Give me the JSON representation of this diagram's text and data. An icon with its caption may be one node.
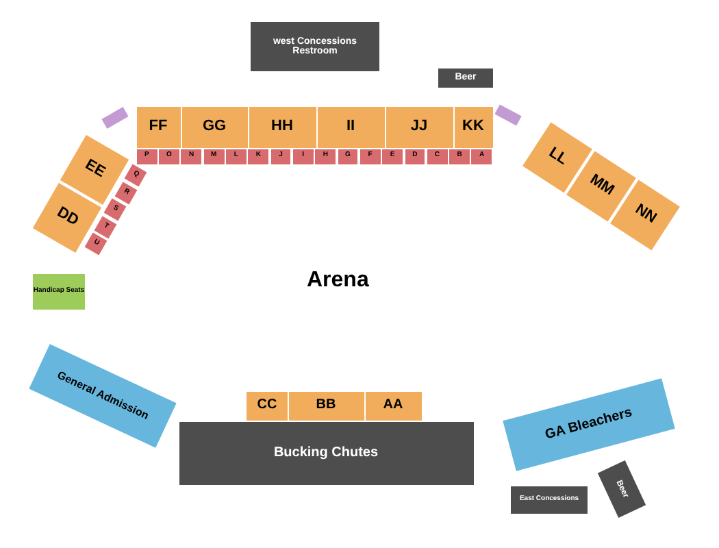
{
  "diagram": {
    "nodes": [
      {
        "text": [
          "west Concessions Restroom"
        ]
      },
      {
        "text": [
          "Beer"
        ]
      },
      {
        "text": [],
        "shape": "box"
      },
      {
        "text": [
          "FF"
        ]
      },
      {
        "text": [
          "GG"
        ]
      },
      {
        "text": [
          "HH"
        ]
      },
      {
        "text": [
          "II"
        ]
      },
      {
        "text": [
          "JJ"
        ]
      },
      {
        "text": [
          "KK"
        ]
      },
      {
        "text": [],
        "shape": "box"
      },
      {
        "text": [
          "EE"
        ]
      },
      {
        "text": [
          "P"
        ]
      },
      {
        "text": [
          "O"
        ]
      },
      {
        "text": [
          "N"
        ]
      },
      {
        "text": [
          "M"
        ]
      },
      {
        "text": [
          "L"
        ]
      },
      {
        "text": [
          "K"
        ]
      },
      {
        "text": [
          "J"
        ]
      },
      {
        "text": [
          "I"
        ]
      },
      {
        "text": [
          "H"
        ]
      },
      {
        "text": [
          "G"
        ]
      },
      {
        "text": [
          "F"
        ]
      },
      {
        "text": [
          "E"
        ]
      },
      {
        "text": [
          "D"
        ]
      },
      {
        "text": [
          "C"
        ]
      },
      {
        "text": [
          "B"
        ]
      },
      {
        "text": [
          "A"
        ]
      },
      {
        "text": [
          "Q"
        ]
      },
      {
        "text": [
          "R"
        ]
      },
      {
        "text": [
          "LL"
        ]
      },
      {
        "text": [
          "MM"
        ]
      },
      {
        "text": [
          "NN"
        ]
      },
      {
        "text": [
          "DD"
        ]
      },
      {
        "text": [
          "S"
        ]
      },
      {
        "text": [
          "T"
        ]
      },
      {
        "text": [
          "U"
        ]
      },
      {
        "text": [
          "Handicap Seats"
        ]
      },
      {
        "text": [
          "General Admission"
        ]
      },
      {
        "text": [
          "CC"
        ]
      },
      {
        "text": [
          "BB"
        ]
      },
      {
        "text": [
          "AA"
        ]
      },
      {
        "text": [
          "Bucking Chutes"
        ]
      },
      {
        "text": [
          "GA Bleachers"
        ]
      },
      {
        "text": [
          "East Concessions"
        ]
      },
      {
        "text": [
          "Beer"
        ]
      }
    ],
    "labels": [
      "Arena"
    ]
  }
}
